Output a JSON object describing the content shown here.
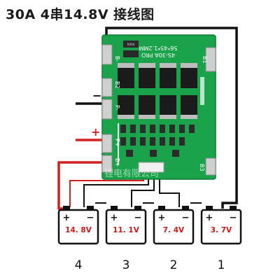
{
  "title": "30A 4串14.8V 接线图",
  "board": {
    "model_line1": "4S-30A PRO",
    "model_line2": "56*45*1.2MM",
    "pads": [
      "B-",
      "B2",
      "P-",
      "P+",
      "B+",
      "B1",
      "B3"
    ],
    "resistor_code": "R004",
    "watermark": "锂电有限公司"
  },
  "wire_signs": {
    "minus": "−",
    "plus": "+"
  },
  "batteries": [
    {
      "index": "4",
      "voltage": "14. 8V"
    },
    {
      "index": "3",
      "voltage": "11. 1V"
    },
    {
      "index": "2",
      "voltage": "7. 4V"
    },
    {
      "index": "1",
      "voltage": "3. 7V"
    }
  ],
  "terminal_signs": {
    "plus": "+",
    "minus": "−"
  },
  "colors": {
    "pcb": "#1aa34a",
    "pcb_dark": "#128a3b",
    "wire_black": "#111111",
    "wire_red": "#d42020",
    "voltage_text": "#d01818"
  }
}
